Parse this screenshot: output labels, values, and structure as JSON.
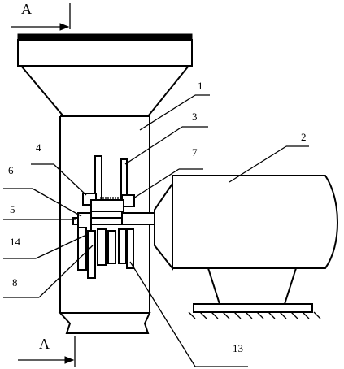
{
  "section_marks": {
    "top": "A",
    "bottom": "A"
  },
  "callouts": [
    "1",
    "2",
    "3",
    "4",
    "5",
    "6",
    "7",
    "8",
    "13",
    "14"
  ]
}
